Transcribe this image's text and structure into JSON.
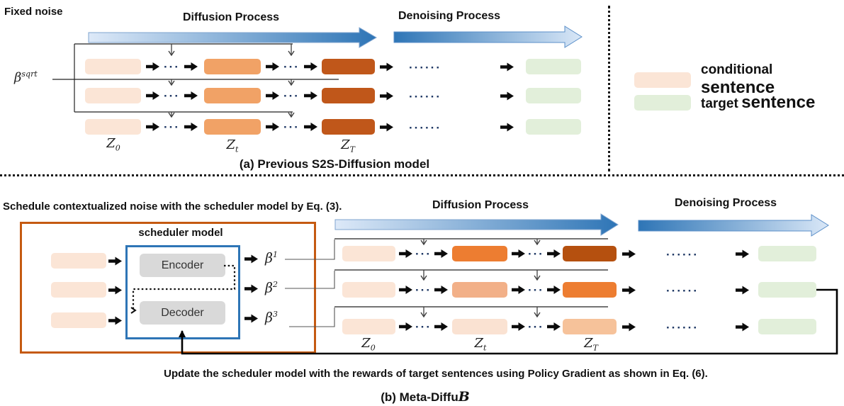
{
  "ui": {
    "dots3": "···",
    "dots6": "······"
  },
  "colors": {
    "accent_orange": "#C55A11",
    "accent_blue": "#2E75B6",
    "gray_block": "#D9D9D9",
    "dots": "#1F3864",
    "arrow_black": "#0B0B0B"
  },
  "section_a": {
    "fixed_noise": "Fixed noise",
    "diffusion_header": "Diffusion Process",
    "denoising_header": "Denoising Process",
    "beta": {
      "base": "β",
      "sup": "sqrt"
    },
    "z_labels": {
      "z0": {
        "base": "Z",
        "sub": "0"
      },
      "zt": {
        "base": "Z",
        "sub": "t"
      },
      "zT": {
        "base": "Z",
        "sub": "T"
      }
    },
    "caption": "(a) Previous S2S-Diffusion model",
    "colors": {
      "z0": "#FBE5D6",
      "zt": "#F1A266",
      "zT": "#C0571A",
      "target": "#E2EFDA"
    }
  },
  "legend": {
    "items": [
      {
        "prefix": "conditional",
        "word": "sentence",
        "color": "#FBE5D6"
      },
      {
        "prefix": "target",
        "word": "sentence",
        "color": "#E2EFDA"
      }
    ]
  },
  "section_b": {
    "schedule_text": "Schedule contextualized noise with the scheduler model by Eq. (3).",
    "diffusion_header": "Diffusion Process",
    "denoising_header": "Denoising Process",
    "scheduler_title": "scheduler model",
    "encoder_label": "Encoder",
    "decoder_label": "Decoder",
    "betas": [
      {
        "base": "β",
        "sup": "1"
      },
      {
        "base": "β",
        "sup": "2"
      },
      {
        "base": "β",
        "sup": "3"
      }
    ],
    "z_labels": {
      "z0": {
        "base": "Z",
        "sub": "0"
      },
      "zt": {
        "base": "Z",
        "sub": "t"
      },
      "zT": {
        "base": "Z",
        "sub": "T"
      }
    },
    "input_color": "#FBE5D6",
    "target_color": "#E2EFDA",
    "rows": [
      {
        "z0": "#FBE5D6",
        "zt": "#ED7D31",
        "zT": "#B5500F"
      },
      {
        "z0": "#FBE5D6",
        "zt": "#F2B088",
        "zT": "#ED7D31"
      },
      {
        "z0": "#FBE5D6",
        "zt": "#FAE2D2",
        "zT": "#F6C29A"
      }
    ],
    "update_text": "Update the scheduler model with the rewards of target sentences using Policy Gradient as shown in Eq. (6).",
    "caption": {
      "text": "(b) Meta-Diffu",
      "suffix": "B"
    }
  }
}
